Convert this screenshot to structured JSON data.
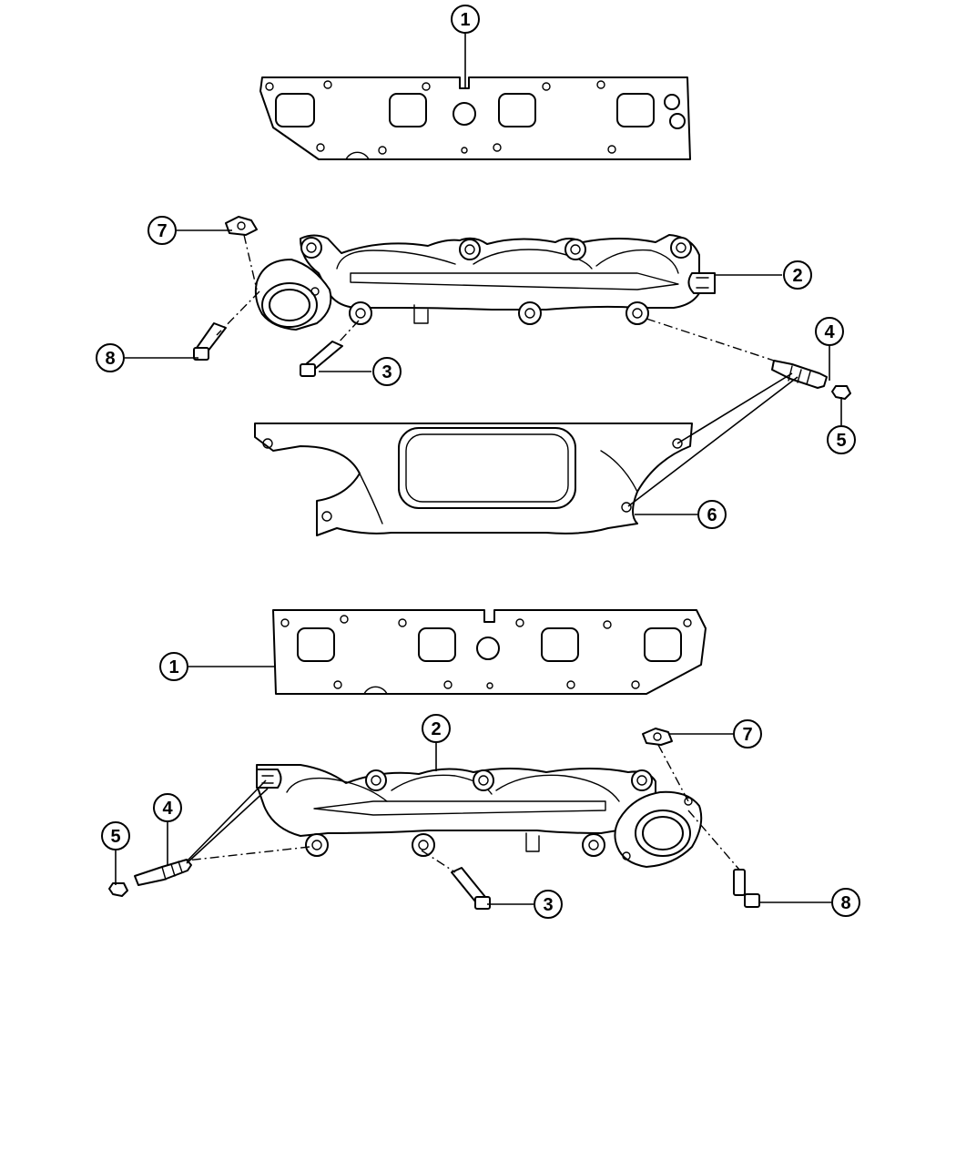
{
  "callouts": {
    "c1_top": "1",
    "c1_bottom": "1",
    "c2_top": "2",
    "c2_bottom": "2",
    "c3_top": "3",
    "c3_bottom": "3",
    "c4_top": "4",
    "c4_bottom": "4",
    "c5_top": "5",
    "c5_bottom": "5",
    "c6": "6",
    "c7_top": "7",
    "c7_bottom": "7",
    "c8_top": "8",
    "c8_bottom": "8"
  }
}
